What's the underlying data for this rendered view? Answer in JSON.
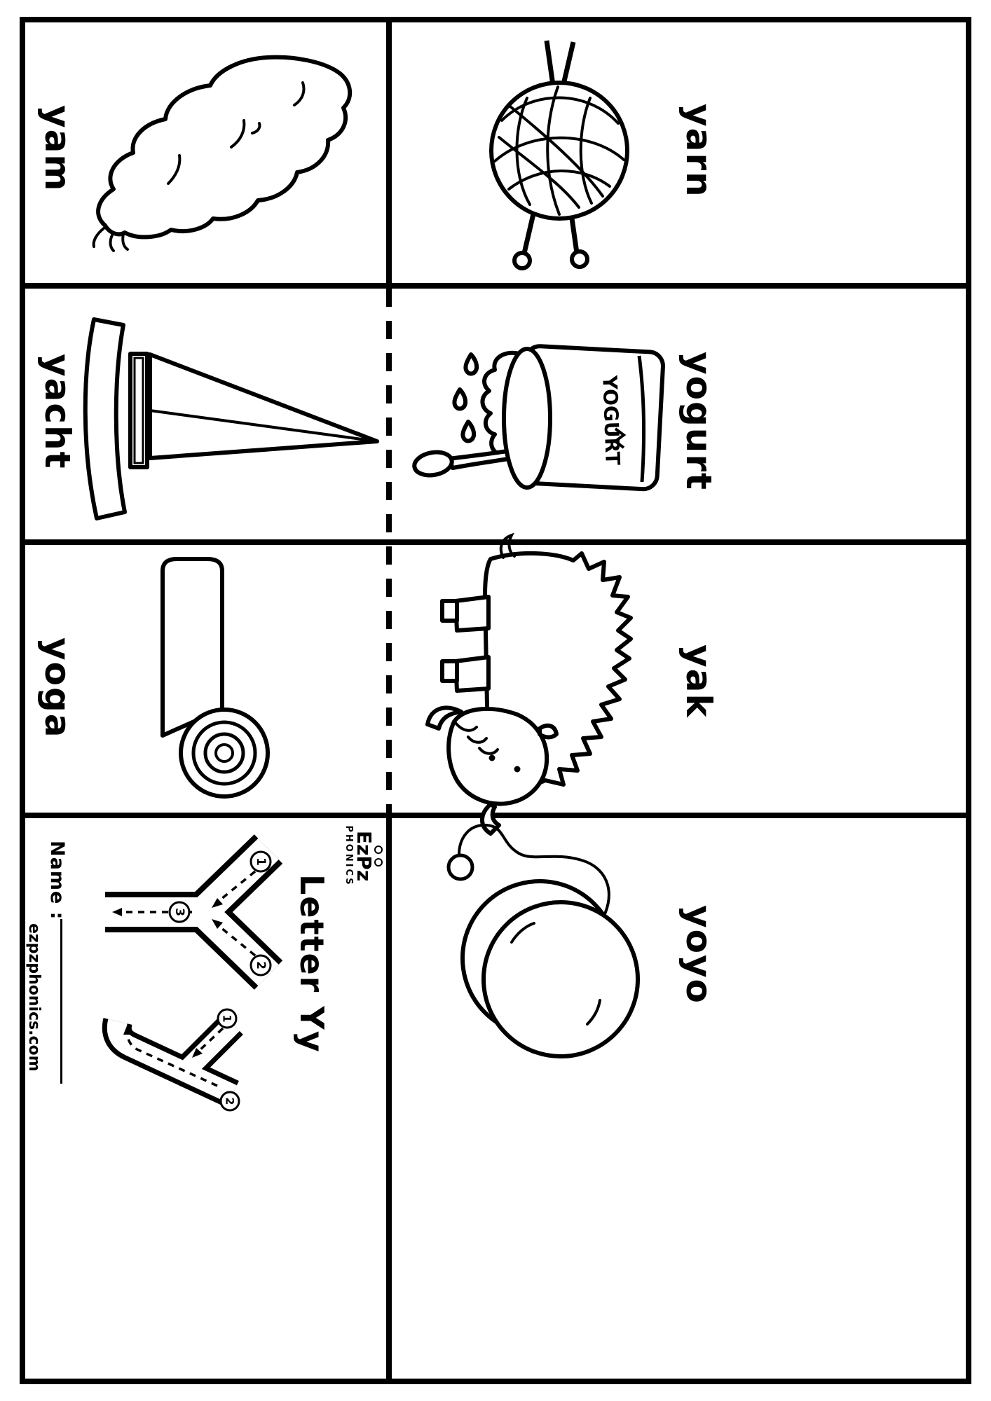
{
  "page": {
    "type": "phonics-flashcard-worksheet",
    "bg": "#ffffff",
    "ink": "#000000",
    "fold_line_style": "dashed"
  },
  "labels": {
    "yam": "yam",
    "yarn": "yarn",
    "yacht": "yacht",
    "yogurt": "yogurt",
    "yoga": "yoga",
    "yak": "yak",
    "yoyo": "yoyo"
  },
  "yogurt_cup_label": "YOGURT",
  "title_cell": {
    "name_label": "Name :",
    "title": "Letter Yy",
    "logo_line1": "EzPz",
    "logo_line2": "PHONICS",
    "website": "ezpzphonics.com",
    "trace_upper": [
      "1",
      "2",
      "3"
    ],
    "trace_lower": [
      "1",
      "2"
    ]
  },
  "illustrations": {
    "yam": "yam-tuber-illustration",
    "yarn": "yarn-ball-with-knitting-needles-illustration",
    "yacht": "sailboat-illustration",
    "yogurt": "yogurt-cup-with-spoon-and-splash-illustration",
    "yoga": "rolled-yoga-mat-illustration",
    "yak": "shaggy-yak-illustration",
    "yoyo": "yoyo-with-string-illustration",
    "trace_upper": "uppercase-Y-tracing-outline",
    "trace_lower": "lowercase-y-tracing-outline"
  }
}
